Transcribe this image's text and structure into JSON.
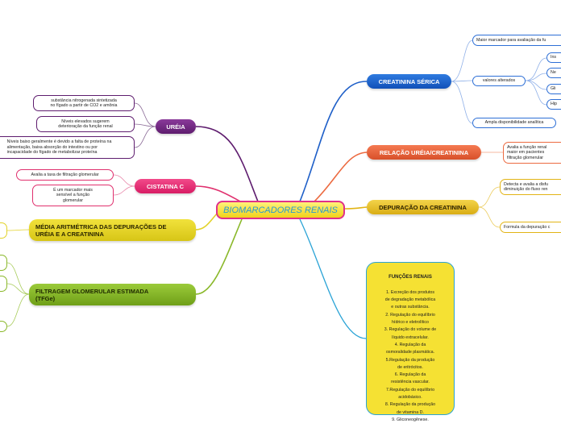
{
  "center": {
    "title": "BIOMARCADORES RENAIS"
  },
  "creatinina_serica": {
    "label": "CREATININA SÉRICA",
    "items": {
      "melhor_marcador": "Maior marcador para avaliação da fu",
      "valores_alterados": "valores alterados",
      "ampla": "Ampla disponibilidade analítica",
      "sub": [
        "Ins",
        "Ne",
        "Gli",
        "Hip"
      ]
    }
  },
  "relacao": {
    "label": "RELAÇÃO URÉIA/CREATININA",
    "item": "Avalia a função renal\nmaior em pacientes\nfiltração glomerular"
  },
  "depuracao": {
    "label": "DEPURAÇÃO DA CREATININA",
    "items": [
      "Detecta e avalia a disfu\ndiminuição do fluxo ren",
      "Formula da depuração  c"
    ]
  },
  "funcoes": {
    "title": "FUNÇÕES RENAIS",
    "text": "1. Excreção dos produtos\nde degradação metabólica\ne outras substância.\n2. Regulação do equilíbrio\nhídrico e eletrolítico\n3. Regulação do volume de\nlíquido extracelular.\n4. Regulação da\nosmoralidade plasmática.\n5.Regulação da produção\nde eritrócitos.\n6. Regulação da\nresistência vascular.\n7.Regulação do equilíbrio\nacidobásico.\n8. Regulação da produção\nde vitamina D.\n9. Gliconeogênese."
  },
  "ureia": {
    "label": "URÉIA",
    "items": [
      "substância nitrogenada sintetizada\nno fígado a partir de CO2 e amônia",
      "Níveis elevados sugerem\ndeterioração da função renal",
      "Níveis baixo geralmente é devido a falta de proteína na\nalimentação, baixa absorção do intestino ou por\nincapacidade do fígado de metabolizar proteína"
    ]
  },
  "cistatina": {
    "label": "CISTATINA C",
    "items": [
      "Avalia  a taxa de filtração glomerular",
      "É um marcador mais\nsensível a função\nglomerular"
    ]
  },
  "media": {
    "label": "MÉDIA ARITMÉTRICA DAS DEPURAÇÕES DE\nURÉIA E A CREATININA"
  },
  "filtragem": {
    "label": "FILTRAGEM GLOMERULAR ESTIMADA\n(TFGe)"
  }
}
